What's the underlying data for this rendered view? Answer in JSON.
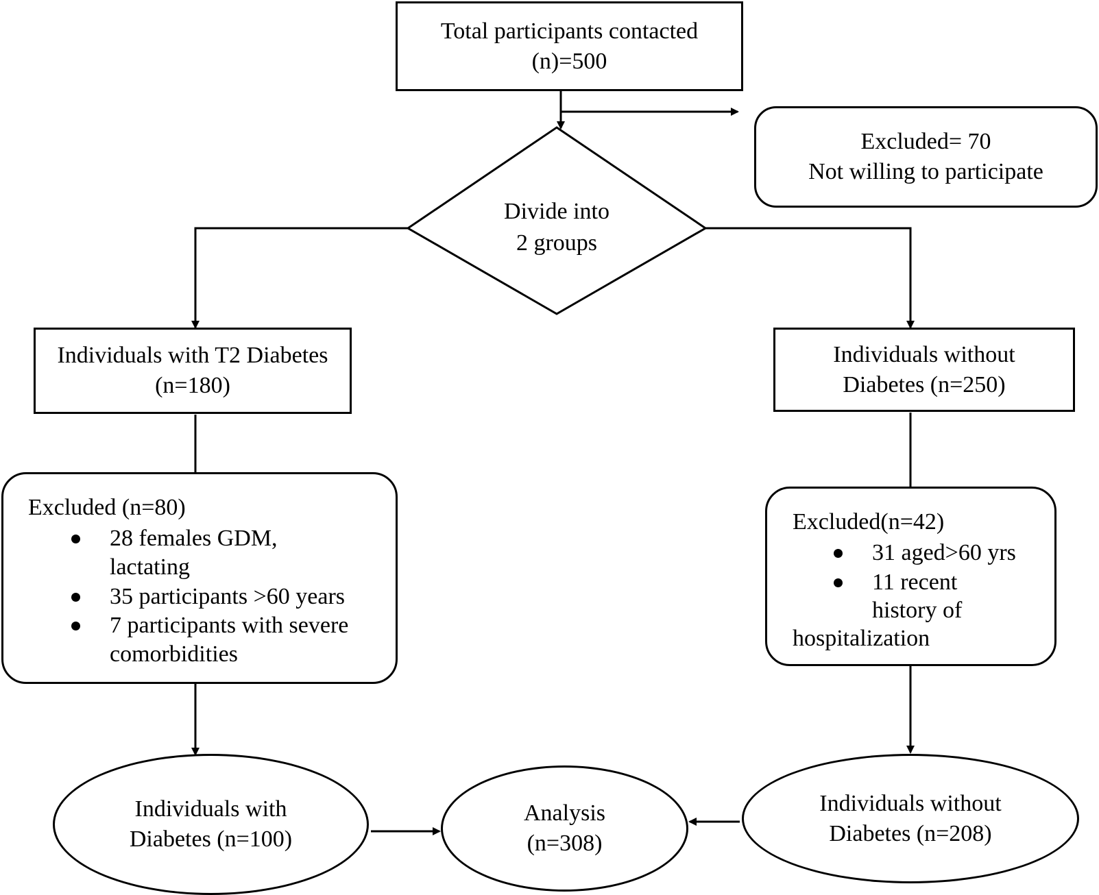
{
  "top_box": {
    "line1": "Total participants contacted",
    "line2": "(n)=500"
  },
  "excluded_top": {
    "line1": "Excluded= 70",
    "line2": "Not willing to participate"
  },
  "diamond": {
    "line1": "Divide into",
    "line2": "2 groups"
  },
  "left_group": {
    "line1": "Individuals with T2 Diabetes",
    "line2": "(n=180)"
  },
  "right_group": {
    "line1": "Individuals without",
    "line2": "Diabetes (n=250)"
  },
  "left_excluded": {
    "title": "Excluded (n=80)",
    "items": [
      {
        "line1": "28 females GDM,",
        "line2": "lactating"
      },
      {
        "line1": "35 participants >60 years"
      },
      {
        "line1": "7 participants with severe",
        "line2": "comorbidities"
      }
    ]
  },
  "right_excluded": {
    "title": "Excluded(n=42)",
    "items": [
      {
        "line1": "31 aged>60 yrs"
      },
      {
        "line1": "11 recent",
        "line2": "history of"
      }
    ],
    "trailing": "hospitalization"
  },
  "left_final": {
    "line1": "Individuals with",
    "line2": "Diabetes (n=100)"
  },
  "analysis": {
    "line1": "Analysis",
    "line2": "(n=308)"
  },
  "right_final": {
    "line1": "Individuals without",
    "line2": "Diabetes (n=208)"
  }
}
